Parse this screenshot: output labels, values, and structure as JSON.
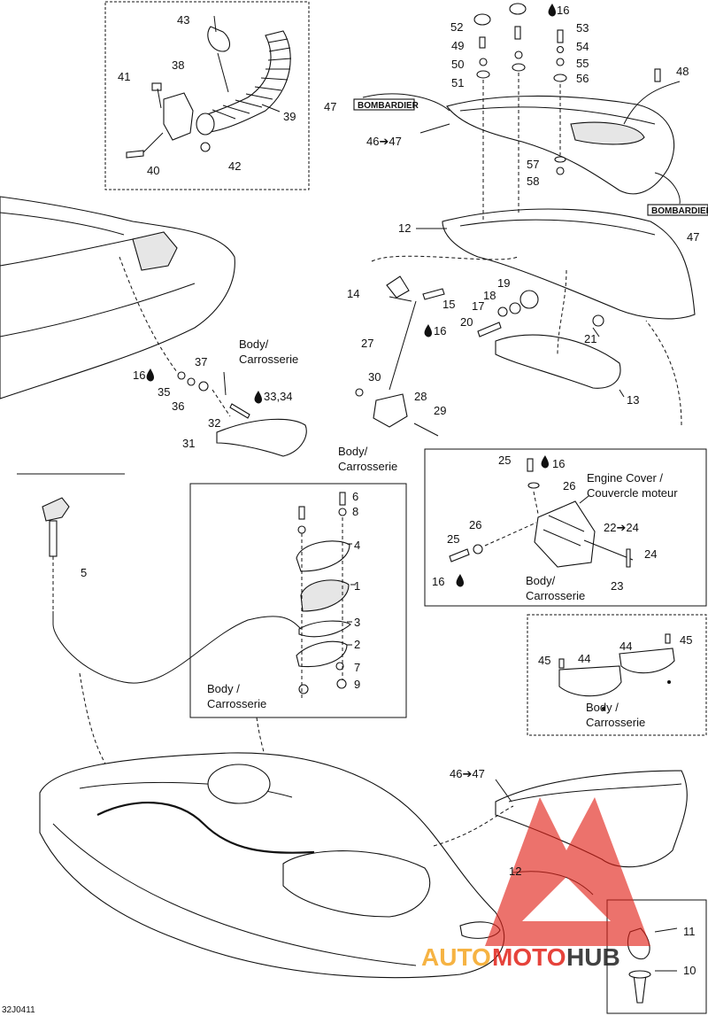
{
  "diagram": {
    "code": "32J0411",
    "watermark": {
      "brand_part1": "AUTO",
      "brand_part2": "MOTO",
      "brand_part3": "HUB",
      "color_red": "#e2231a",
      "color_orange": "#f5a623"
    },
    "decal_text": "BOMBARDIER",
    "callouts": {
      "c1": "1",
      "c2": "2",
      "c3": "3",
      "c4": "4",
      "c5": "5",
      "c6": "6",
      "c7": "7",
      "c8": "8",
      "c9": "9",
      "c10": "10",
      "c11": "11",
      "c12a": "12",
      "c12b": "12",
      "c13": "13",
      "c14": "14",
      "c15": "15",
      "c16a": "16",
      "c16b": "16",
      "c16c": "16",
      "c16d": "16",
      "c16e": "16",
      "c17": "17",
      "c18": "18",
      "c19": "19",
      "c20": "20",
      "c21": "21",
      "c22_24": "22➔24",
      "c23": "23",
      "c24": "24",
      "c25a": "25",
      "c25b": "25",
      "c26a": "26",
      "c26b": "26",
      "c27": "27",
      "c28": "28",
      "c29": "29",
      "c30": "30",
      "c31": "31",
      "c32": "32",
      "c33_34": "33,34",
      "c35": "35",
      "c36": "36",
      "c37": "37",
      "c38": "38",
      "c39": "39",
      "c40": "40",
      "c41": "41",
      "c42": "42",
      "c43": "43",
      "c44a": "44",
      "c44b": "44",
      "c45a": "45",
      "c45b": "45",
      "c46_47a": "46➔47",
      "c46_47b": "46➔47",
      "c47a": "47",
      "c47b": "47",
      "c48": "48",
      "c49": "49",
      "c50": "50",
      "c51": "51",
      "c52": "52",
      "c53": "53",
      "c54": "54",
      "c55": "55",
      "c56": "56",
      "c57": "57",
      "c58": "58"
    },
    "texts": {
      "body_fr_line1": "Body/",
      "body_fr_line2": "Carrosserie",
      "body_line1": "Body",
      "body_slash_line1": "Body /",
      "carrosserie": "Carrosserie",
      "engine_cover_line1": "Engine Cover /",
      "engine_cover_line2": "Couvercle moteur"
    }
  }
}
